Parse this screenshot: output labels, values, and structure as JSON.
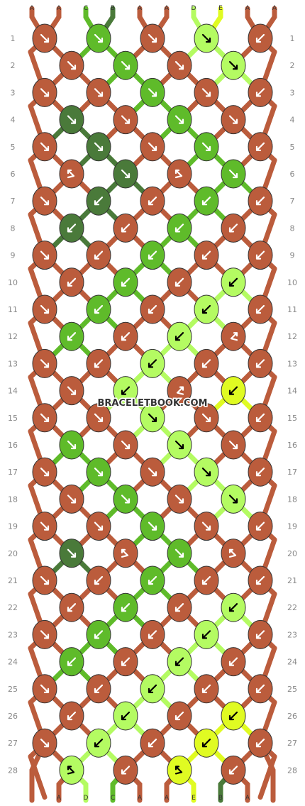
{
  "watermark": "BRACELETBOOK.COM",
  "colors": {
    "A": "#bb5c3c",
    "B": "#4a7a3a",
    "C": "#5fbb2a",
    "D": "#b4fb62",
    "E": "#e0fb22"
  },
  "strings_top": [
    "A",
    "A",
    "C",
    "B",
    "A",
    "A",
    "D",
    "E",
    "A",
    "A"
  ],
  "strings_bottom": [
    "A",
    "D",
    "C",
    "A",
    "A",
    "E",
    "B",
    "A"
  ],
  "row_numbers": [
    "1",
    "2",
    "3",
    "4",
    "5",
    "6",
    "7",
    "8",
    "9",
    "10",
    "11",
    "12",
    "13",
    "14",
    "15",
    "16",
    "17",
    "18",
    "19",
    "20",
    "21",
    "22",
    "23",
    "24",
    "25",
    "26",
    "27",
    "28"
  ],
  "knot_rows": [
    [
      {
        "c": "A",
        "d": "rf"
      },
      {
        "c": "C",
        "d": "rf"
      },
      {
        "c": "A",
        "d": "rf"
      },
      {
        "c": "D",
        "d": "rf"
      },
      {
        "c": "A",
        "d": "lf"
      }
    ],
    [
      {
        "c": "A",
        "d": "rf"
      },
      {
        "c": "C",
        "d": "rf"
      },
      {
        "c": "A",
        "d": "rf"
      },
      {
        "c": "D",
        "d": "rf"
      }
    ],
    [
      {
        "c": "A",
        "d": "rf"
      },
      {
        "c": "A",
        "d": "rf"
      },
      {
        "c": "C",
        "d": "rf"
      },
      {
        "c": "A",
        "d": "rf"
      },
      {
        "c": "A",
        "d": "lf"
      }
    ],
    [
      {
        "c": "B",
        "d": "rf"
      },
      {
        "c": "A",
        "d": "rf"
      },
      {
        "c": "C",
        "d": "rf"
      },
      {
        "c": "A",
        "d": "rf"
      }
    ],
    [
      {
        "c": "A",
        "d": "rf"
      },
      {
        "c": "B",
        "d": "rf"
      },
      {
        "c": "A",
        "d": "rf"
      },
      {
        "c": "C",
        "d": "rf"
      },
      {
        "c": "A",
        "d": "lf"
      }
    ],
    [
      {
        "c": "A",
        "d": "rb"
      },
      {
        "c": "B",
        "d": "rf"
      },
      {
        "c": "A",
        "d": "rb"
      },
      {
        "c": "C",
        "d": "rf"
      }
    ],
    [
      {
        "c": "A",
        "d": "rf"
      },
      {
        "c": "B",
        "d": "lf"
      },
      {
        "c": "A",
        "d": "lf"
      },
      {
        "c": "C",
        "d": "lf"
      },
      {
        "c": "A",
        "d": "lf"
      }
    ],
    [
      {
        "c": "B",
        "d": "lf"
      },
      {
        "c": "A",
        "d": "lf"
      },
      {
        "c": "C",
        "d": "lf"
      },
      {
        "c": "A",
        "d": "lf"
      }
    ],
    [
      {
        "c": "A",
        "d": "rf"
      },
      {
        "c": "A",
        "d": "lf"
      },
      {
        "c": "C",
        "d": "lf"
      },
      {
        "c": "A",
        "d": "lf"
      },
      {
        "c": "A",
        "d": "lf"
      }
    ],
    [
      {
        "c": "A",
        "d": "lf"
      },
      {
        "c": "C",
        "d": "lf"
      },
      {
        "c": "A",
        "d": "lf"
      },
      {
        "c": "D",
        "d": "lf"
      }
    ],
    [
      {
        "c": "A",
        "d": "rf"
      },
      {
        "c": "C",
        "d": "lf"
      },
      {
        "c": "A",
        "d": "lf"
      },
      {
        "c": "D",
        "d": "lf"
      },
      {
        "c": "A",
        "d": "lf"
      }
    ],
    [
      {
        "c": "C",
        "d": "lf"
      },
      {
        "c": "A",
        "d": "lf"
      },
      {
        "c": "D",
        "d": "lf"
      },
      {
        "c": "A",
        "d": "lb"
      }
    ],
    [
      {
        "c": "A",
        "d": "rf"
      },
      {
        "c": "A",
        "d": "lf"
      },
      {
        "c": "D",
        "d": "lf"
      },
      {
        "c": "A",
        "d": "lf"
      },
      {
        "c": "A",
        "d": "lf"
      }
    ],
    [
      {
        "c": "A",
        "d": "rf"
      },
      {
        "c": "D",
        "d": "lf"
      },
      {
        "c": "A",
        "d": "lb"
      },
      {
        "c": "E",
        "d": "lf"
      }
    ],
    [
      {
        "c": "A",
        "d": "rf"
      },
      {
        "c": "A",
        "d": "rf"
      },
      {
        "c": "D",
        "d": "rf"
      },
      {
        "c": "A",
        "d": "rf"
      },
      {
        "c": "A",
        "d": "lf"
      }
    ],
    [
      {
        "c": "C",
        "d": "rf"
      },
      {
        "c": "A",
        "d": "rf"
      },
      {
        "c": "D",
        "d": "rf"
      },
      {
        "c": "A",
        "d": "rf"
      }
    ],
    [
      {
        "c": "A",
        "d": "rf"
      },
      {
        "c": "C",
        "d": "rf"
      },
      {
        "c": "A",
        "d": "rf"
      },
      {
        "c": "D",
        "d": "rf"
      },
      {
        "c": "A",
        "d": "lf"
      }
    ],
    [
      {
        "c": "A",
        "d": "rf"
      },
      {
        "c": "C",
        "d": "rf"
      },
      {
        "c": "A",
        "d": "rf"
      },
      {
        "c": "D",
        "d": "rf"
      }
    ],
    [
      {
        "c": "A",
        "d": "rf"
      },
      {
        "c": "A",
        "d": "rf"
      },
      {
        "c": "C",
        "d": "rf"
      },
      {
        "c": "A",
        "d": "rf"
      },
      {
        "c": "A",
        "d": "lf"
      }
    ],
    [
      {
        "c": "B",
        "d": "rf"
      },
      {
        "c": "A",
        "d": "rb"
      },
      {
        "c": "C",
        "d": "rf"
      },
      {
        "c": "A",
        "d": "rb"
      }
    ],
    [
      {
        "c": "A",
        "d": "rf"
      },
      {
        "c": "A",
        "d": "lf"
      },
      {
        "c": "C",
        "d": "lf"
      },
      {
        "c": "A",
        "d": "lf"
      },
      {
        "c": "A",
        "d": "lf"
      }
    ],
    [
      {
        "c": "A",
        "d": "lf"
      },
      {
        "c": "C",
        "d": "lf"
      },
      {
        "c": "A",
        "d": "lf"
      },
      {
        "c": "D",
        "d": "lf"
      }
    ],
    [
      {
        "c": "A",
        "d": "rf"
      },
      {
        "c": "C",
        "d": "lf"
      },
      {
        "c": "A",
        "d": "lf"
      },
      {
        "c": "D",
        "d": "lf"
      },
      {
        "c": "A",
        "d": "lf"
      }
    ],
    [
      {
        "c": "C",
        "d": "lf"
      },
      {
        "c": "A",
        "d": "lf"
      },
      {
        "c": "D",
        "d": "lf"
      },
      {
        "c": "A",
        "d": "lf"
      }
    ],
    [
      {
        "c": "A",
        "d": "rf"
      },
      {
        "c": "A",
        "d": "lf"
      },
      {
        "c": "D",
        "d": "lf"
      },
      {
        "c": "A",
        "d": "lf"
      },
      {
        "c": "A",
        "d": "lf"
      }
    ],
    [
      {
        "c": "A",
        "d": "lf"
      },
      {
        "c": "D",
        "d": "lf"
      },
      {
        "c": "A",
        "d": "lf"
      },
      {
        "c": "E",
        "d": "lf"
      }
    ],
    [
      {
        "c": "A",
        "d": "rf"
      },
      {
        "c": "D",
        "d": "lf"
      },
      {
        "c": "A",
        "d": "lf"
      },
      {
        "c": "E",
        "d": "lf"
      },
      {
        "c": "A",
        "d": "lf"
      }
    ],
    [
      {
        "c": "D",
        "d": "rb"
      },
      {
        "c": "A",
        "d": "lf"
      },
      {
        "c": "E",
        "d": "rb"
      },
      {
        "c": "A",
        "d": "lf"
      }
    ]
  ]
}
